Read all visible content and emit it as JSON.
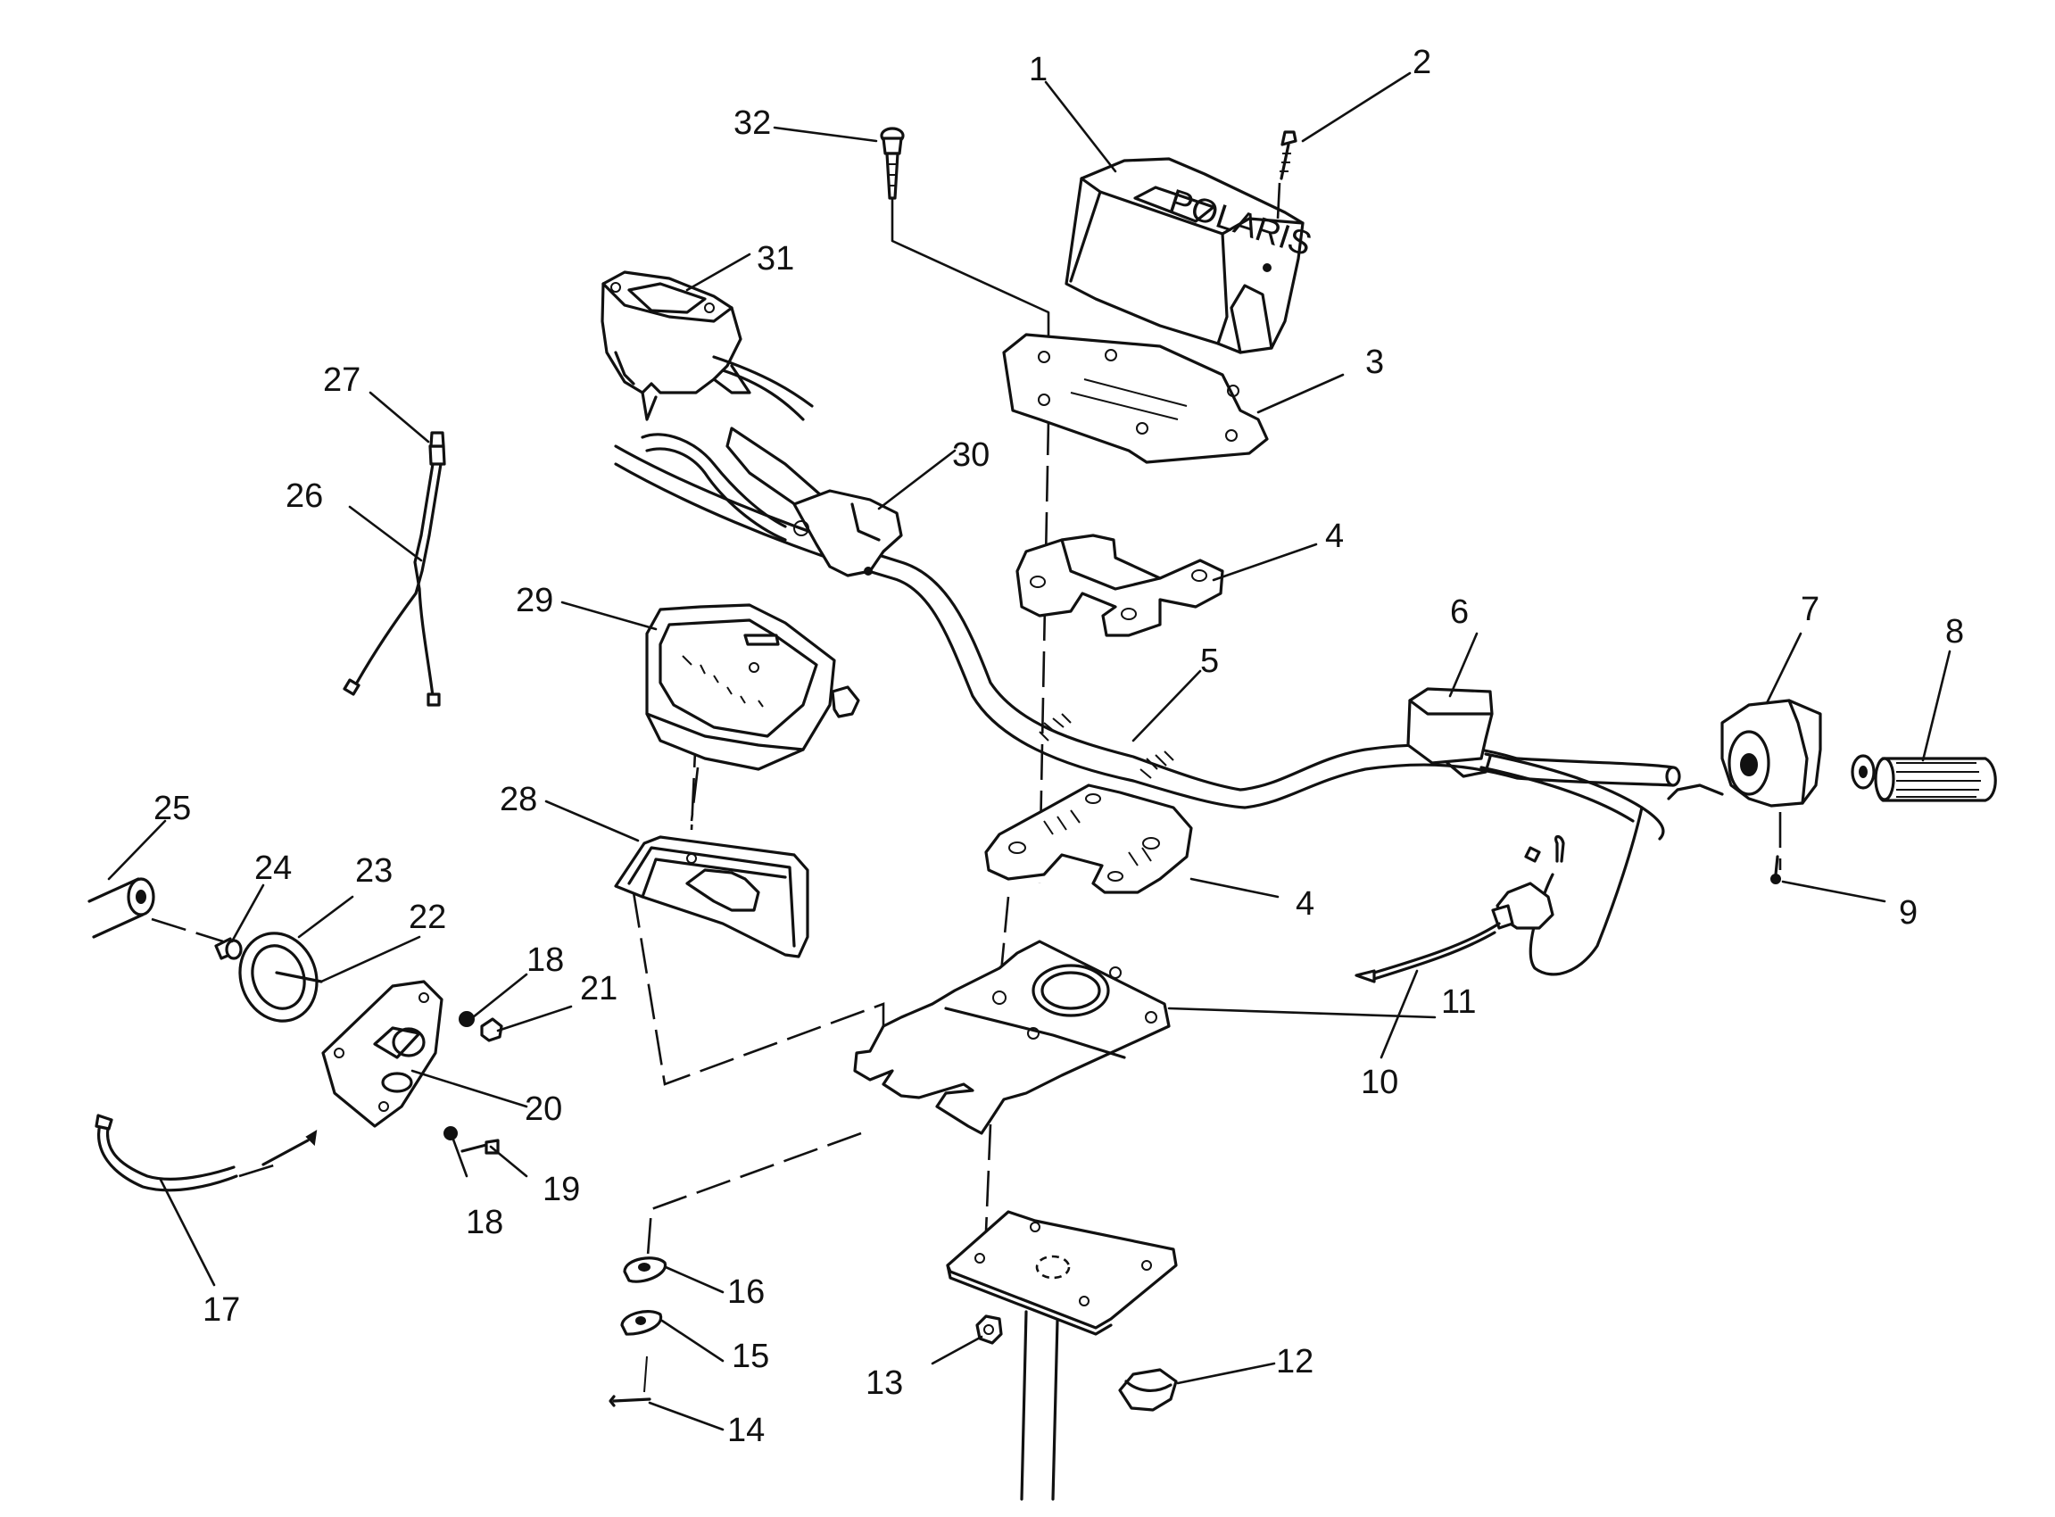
{
  "callouts": {
    "c1": "1",
    "c2": "2",
    "c3": "3",
    "c4a": "4",
    "c4b": "4",
    "c5": "5",
    "c6": "6",
    "c7": "7",
    "c8": "8",
    "c9": "9",
    "c10": "10",
    "c11": "11",
    "c12": "12",
    "c13": "13",
    "c14": "14",
    "c15": "15",
    "c16": "16",
    "c17": "17",
    "c18a": "18",
    "c18b": "18",
    "c19": "19",
    "c20": "20",
    "c21": "21",
    "c22": "22",
    "c23": "23",
    "c24": "24",
    "c25": "25",
    "c26": "26",
    "c27": "27",
    "c28": "28",
    "c29": "29",
    "c30": "30",
    "c31": "31",
    "c32": "32"
  }
}
